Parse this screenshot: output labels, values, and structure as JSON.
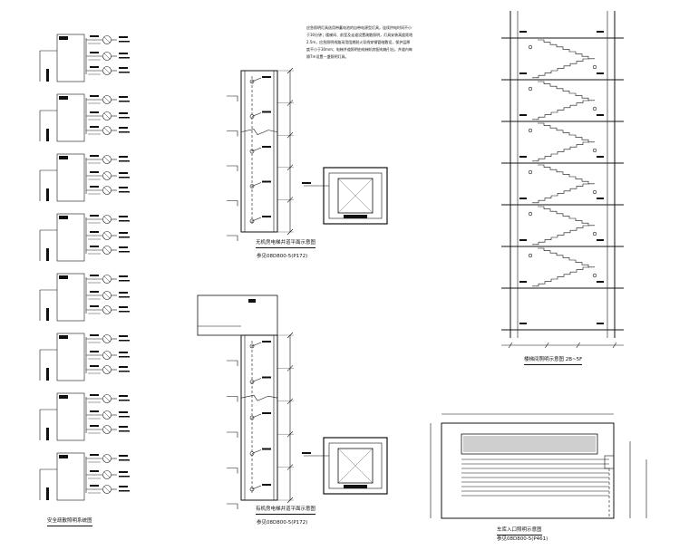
{
  "captions": {
    "system_diagram": "安全疏散照明系统图",
    "elevator_plan_1": "无机房电梯井道平面示意图",
    "elevator_section_1": "参见08D800-5(P172)",
    "elevator_plan_2": "有机房电梯井道平面示意图",
    "elevator_section_2": "参见08D800-5(P172)",
    "stair_section": "楼梯间照明示意图 2B~5F",
    "garage_section": "车库入口照明示意图",
    "garage_reference": "参见08D800-5(P461)"
  },
  "notes": {
    "general_note": "应急照明灯具选用带蓄电池的自带电源型灯具，连续供电时间不小于30分钟；楼梯间、前室及走道设置疏散照明，灯具安装高度距地2.5m，应急照明线路采用阻燃耐火导线穿钢管暗敷设，保护层厚度不小于30mm；电梯井道照明由电梯机房配电箱引出，井道内每隔7m设置一盏照明灯具。"
  }
}
